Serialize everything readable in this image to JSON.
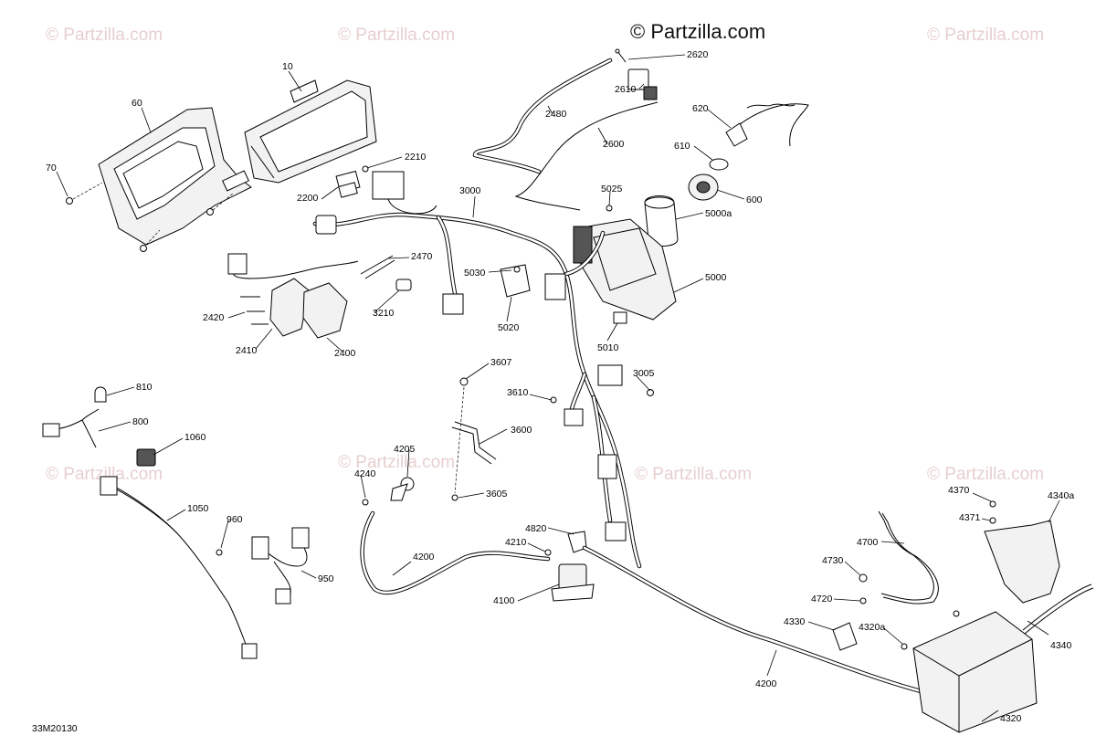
{
  "watermark": {
    "main": "© Partzilla.com",
    "faint": "© Partzilla.com"
  },
  "diagram_code": "33M20130",
  "callouts": {
    "c10": "10",
    "c60": "60",
    "c70": "70",
    "c2210": "2210",
    "c2200": "2200",
    "c2620": "2620",
    "c2610": "2610",
    "c2480": "2480",
    "c2600": "2600",
    "c620": "620",
    "c610": "610",
    "c600": "600",
    "c3000": "3000",
    "c5025": "5025",
    "c5000a": "5000a",
    "c2470": "2470",
    "c5030": "5030",
    "c5000": "5000",
    "c2420": "2420",
    "c3210": "3210",
    "c5020": "5020",
    "c2410": "2410",
    "c2400": "2400",
    "c5010": "5010",
    "c810": "810",
    "c3607": "3607",
    "c3005": "3005",
    "c3610": "3610",
    "c800": "800",
    "c3600": "3600",
    "c1060": "1060",
    "c4205": "4205",
    "c4240": "4240",
    "c3605": "3605",
    "c1050": "1050",
    "c960": "960",
    "c950": "950",
    "c4370": "4370",
    "c4340a": "4340a",
    "c4371": "4371",
    "c4820": "4820",
    "c4210": "4210",
    "c4200a": "4200",
    "c4700": "4700",
    "c4730": "4730",
    "c4100": "4100",
    "c4720": "4720",
    "c4330": "4330",
    "c4320a": "4320a",
    "c4340": "4340",
    "c4200b": "4200",
    "c4320": "4320"
  }
}
